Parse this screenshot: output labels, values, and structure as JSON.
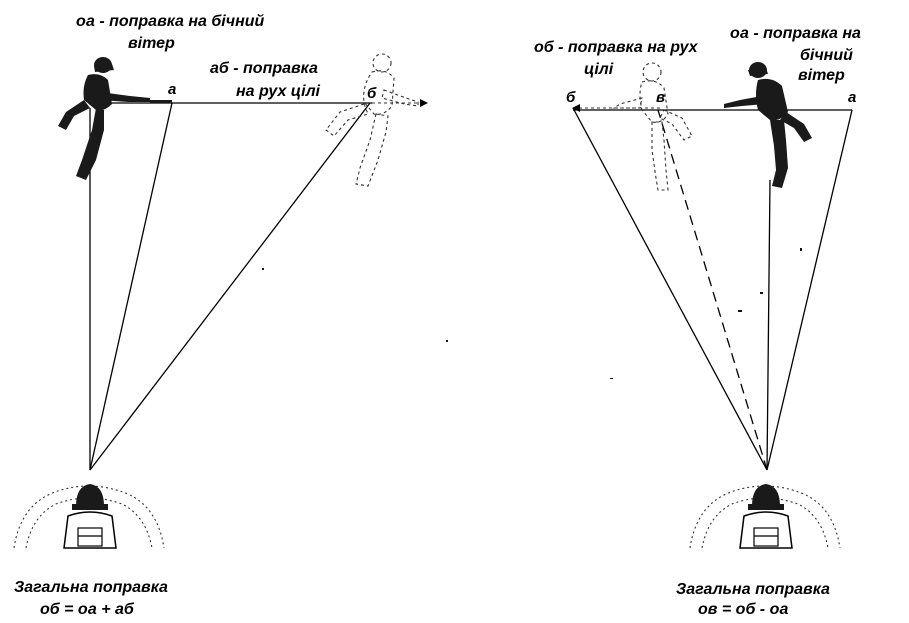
{
  "left_panel": {
    "label_oa": "оа - поправка на бічний",
    "label_oa_2": "вітер",
    "label_ab": "аб - поправка",
    "label_ab_2": "на рух цілі",
    "point_a": "а",
    "point_b": "б",
    "caption": "Загальна поправка",
    "formula": "об = оа + аб"
  },
  "right_panel": {
    "label_ob": "об - поправка на рух",
    "label_ob_2": "цілі",
    "label_oa": "оа - поправка на",
    "label_oa_2": "бічний",
    "label_oa_3": "вітер",
    "point_b": "б",
    "point_v": "в",
    "point_a": "а",
    "caption": "Загальна поправка",
    "formula": "ов = об - оа"
  },
  "colors": {
    "ink": "#000000",
    "background": "#ffffff"
  }
}
